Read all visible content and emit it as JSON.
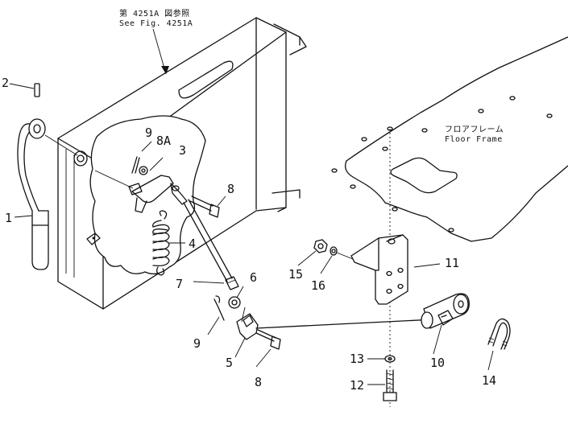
{
  "notes": {
    "see_fig_jp": "第 4251A 図参照",
    "see_fig_en": "See Fig. 4251A",
    "floor_frame_jp": "フロアフレーム",
    "floor_frame_en": "Floor Frame"
  },
  "callouts": [
    {
      "id": "c1",
      "text": "1"
    },
    {
      "id": "c2",
      "text": "2"
    },
    {
      "id": "c3",
      "text": "3"
    },
    {
      "id": "c4",
      "text": "4"
    },
    {
      "id": "c5",
      "text": "5"
    },
    {
      "id": "c6",
      "text": "6"
    },
    {
      "id": "c7",
      "text": "7"
    },
    {
      "id": "c8a",
      "text": "8"
    },
    {
      "id": "c8b",
      "text": "8"
    },
    {
      "id": "c8A",
      "text": "8A"
    },
    {
      "id": "c9a",
      "text": "9"
    },
    {
      "id": "c9b",
      "text": "9"
    },
    {
      "id": "c10",
      "text": "10"
    },
    {
      "id": "c11",
      "text": "11"
    },
    {
      "id": "c12",
      "text": "12"
    },
    {
      "id": "c13",
      "text": "13"
    },
    {
      "id": "c14",
      "text": "14"
    },
    {
      "id": "c15",
      "text": "15"
    },
    {
      "id": "c16",
      "text": "16"
    }
  ]
}
